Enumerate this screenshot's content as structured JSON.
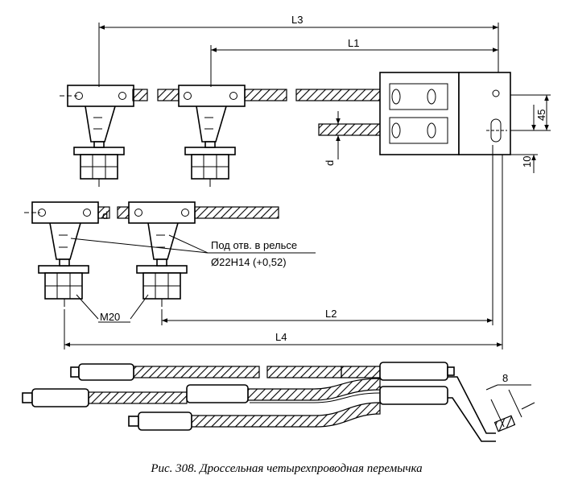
{
  "figure": {
    "caption": "Рис. 308. Дроссельная четырехпроводная перемычка"
  },
  "dimensions": {
    "l3": "L3",
    "l1": "L1",
    "l2": "L2",
    "l4": "L4",
    "d": "d",
    "d2": "d",
    "v45": "45",
    "v10": "10",
    "v8": "8"
  },
  "callouts": {
    "hole_line1": "Под отв. в рельсе",
    "hole_line2": "Ø22H14 (+0,52)",
    "thread": "M20"
  },
  "colors": {
    "ink": "#000000",
    "paper": "#ffffff"
  }
}
